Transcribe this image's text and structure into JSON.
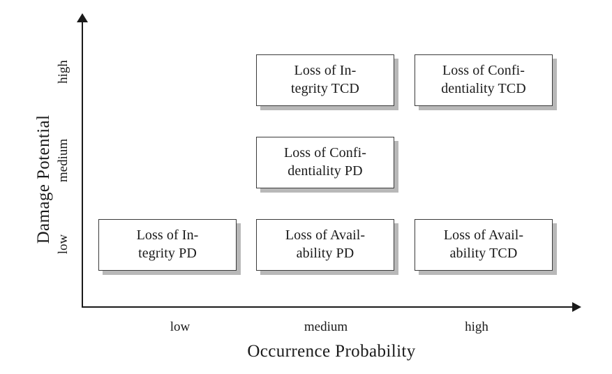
{
  "chart_data": {
    "type": "table",
    "title": "",
    "xlabel": "Occurrence Probability",
    "ylabel": "Damage Potential",
    "x_ticks": [
      "low",
      "medium",
      "high"
    ],
    "y_ticks": [
      "low",
      "medium",
      "high"
    ],
    "grid": false,
    "legend": "none",
    "cells": [
      {
        "x": "medium",
        "y": "high",
        "label": "Loss of In-\ntegrity TCD"
      },
      {
        "x": "high",
        "y": "high",
        "label": "Loss of Confi-\ndentiality TCD"
      },
      {
        "x": "medium",
        "y": "medium",
        "label": "Loss of Confi-\ndentiality PD"
      },
      {
        "x": "low",
        "y": "low",
        "label": "Loss of In-\ntegrity PD"
      },
      {
        "x": "medium",
        "y": "low",
        "label": "Loss of Avail-\nability PD"
      },
      {
        "x": "high",
        "y": "low",
        "label": "Loss of Avail-\nability TCD"
      }
    ]
  },
  "axes": {
    "y_title": "Damage Potential",
    "x_title": "Occurrence Probability",
    "y_ticks": {
      "high": "high",
      "medium": "medium",
      "low": "low"
    },
    "x_ticks": {
      "low": "low",
      "medium": "medium",
      "high": "high"
    }
  },
  "boxes": {
    "integrity_tcd": "Loss of In-\ntegrity TCD",
    "confidentiality_tcd": "Loss of Confi-\ndentiality TCD",
    "confidentiality_pd": "Loss of Confi-\ndentiality PD",
    "integrity_pd": "Loss of In-\ntegrity PD",
    "availability_pd": "Loss of Avail-\nability PD",
    "availability_tcd": "Loss of Avail-\nability TCD"
  },
  "colors": {
    "background": "#ffffff",
    "ink": "#1a1a1a",
    "box_border": "#3a3a3a",
    "box_fill": "#ffffff",
    "box_shadow": "#b8b8b8"
  }
}
